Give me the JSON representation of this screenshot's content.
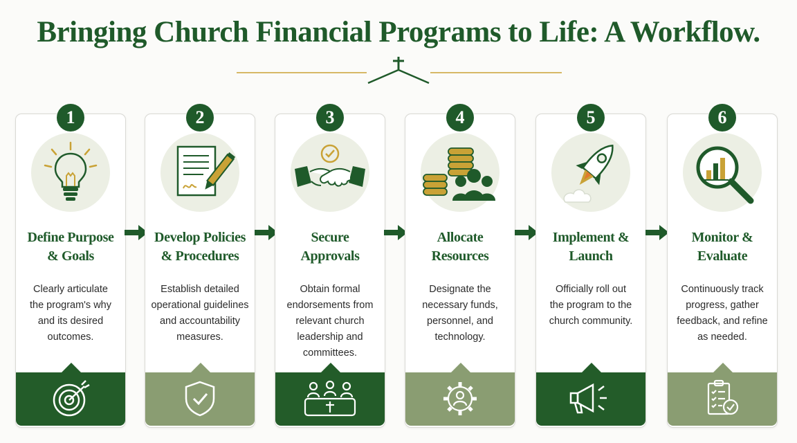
{
  "title": "Bringing Church Financial Programs to Life: A Workflow.",
  "steps": [
    {
      "number": "1",
      "title_line1": "Define Purpose",
      "title_line2": "& Goals",
      "desc": [
        "Clearly articulate",
        "the program's why",
        "and its desired",
        "outcomes."
      ]
    },
    {
      "number": "2",
      "title_line1": "Develop Policies",
      "title_line2": "& Procedures",
      "desc": [
        "Establish detailed",
        "operational guidelines",
        "and accountability",
        "measures."
      ]
    },
    {
      "number": "3",
      "title_line1": "Secure",
      "title_line2": "Approvals",
      "desc": [
        "Obtain formal",
        "endorsements from",
        "relevant church",
        "leadership and",
        "committees."
      ]
    },
    {
      "number": "4",
      "title_line1": "Allocate",
      "title_line2": "Resources",
      "desc": [
        "Designate the",
        "necessary funds,",
        "personnel, and",
        "technology."
      ]
    },
    {
      "number": "5",
      "title_line1": "Implement &",
      "title_line2": "Launch",
      "desc": [
        "Officially roll out",
        "the program to the",
        "church community."
      ]
    },
    {
      "number": "6",
      "title_line1": "Monitor &",
      "title_line2": "Evaluate",
      "desc": [
        "Continuously track",
        "progress, gather",
        "feedback, and refine",
        "as needed."
      ]
    }
  ],
  "icons": {
    "main": [
      "lightbulb-icon",
      "document-pen-icon",
      "handshake-icon",
      "coins-people-icon",
      "rocket-icon",
      "magnifier-chart-icon"
    ],
    "footer": [
      "target-icon",
      "shield-check-icon",
      "congregation-icon",
      "gear-person-icon",
      "megaphone-icon",
      "checklist-icon"
    ]
  },
  "colors": {
    "primary_green": "#1f5a2a",
    "light_green": "#8a9d72",
    "gold": "#c9a236",
    "icon_bg": "#ecefe4"
  }
}
